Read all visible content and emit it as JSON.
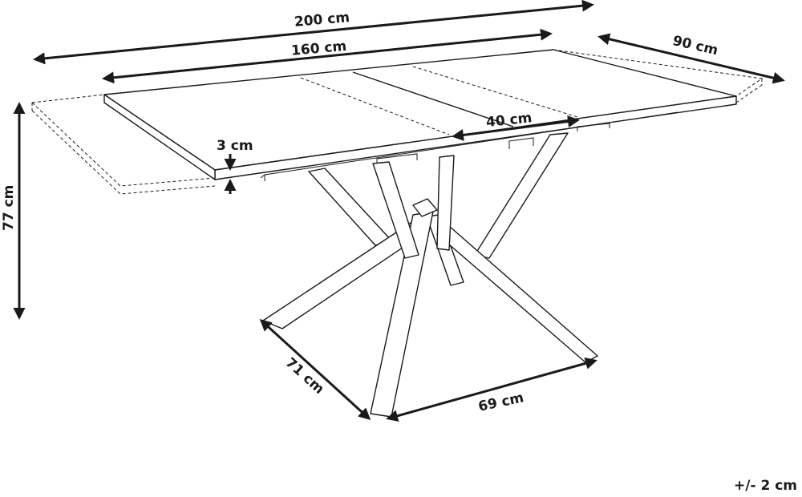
{
  "dimensions": {
    "extended_length": "200 cm",
    "length": "160 cm",
    "depth": "90 cm",
    "height": "77 cm",
    "extension_leaf": "40 cm",
    "top_thickness": "3 cm",
    "base_depth": "71 cm",
    "base_width": "69 cm"
  },
  "tolerance": "+/- 2 cm"
}
